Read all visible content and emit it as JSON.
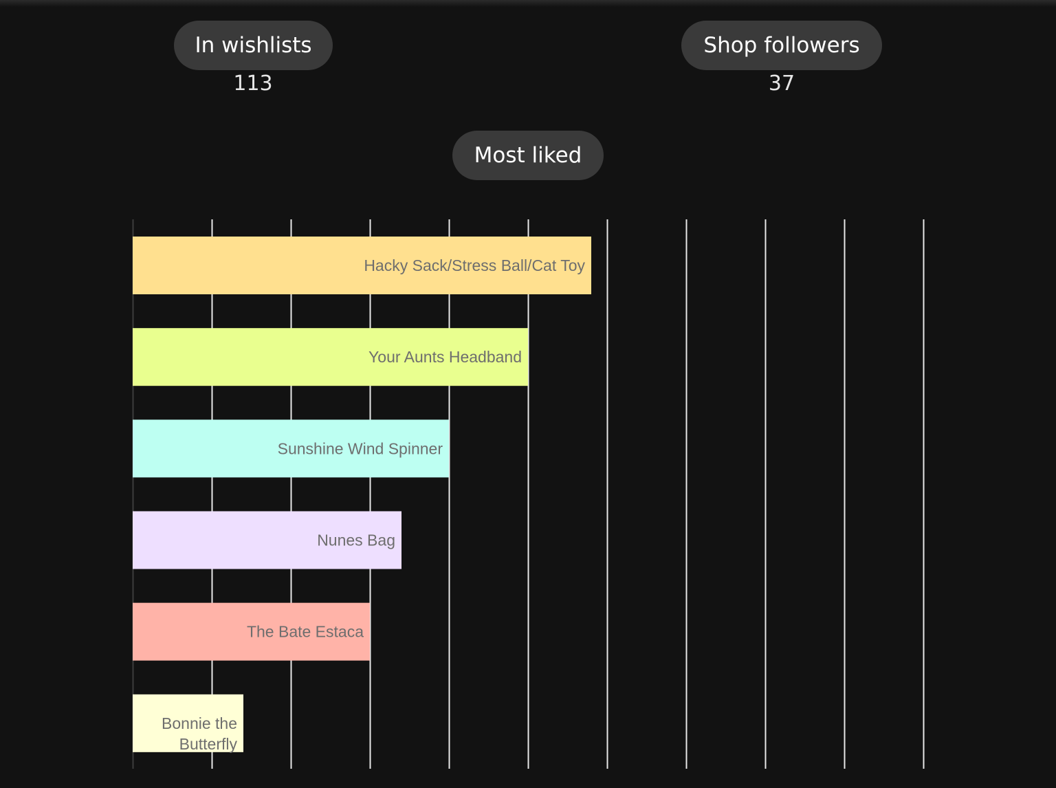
{
  "stats": {
    "wishlists": {
      "label": "In wishlists",
      "value": "113"
    },
    "followers": {
      "label": "Shop followers",
      "value": "37"
    }
  },
  "section_title": "Most liked",
  "chart_data": {
    "type": "bar",
    "orientation": "horizontal",
    "title": "Most liked",
    "xlabel": "",
    "ylabel": "",
    "grid": true,
    "xlim": [
      0,
      10
    ],
    "categories": [
      "Hacky Sack/Stress Ball/Cat Toy",
      "Your Aunts Headband",
      "Sunshine Wind Spinner",
      "Nunes Bag",
      "The Bate Estaca",
      "Bonnie the Butterfly"
    ],
    "values": [
      5.8,
      5,
      4,
      3.4,
      3,
      1.4
    ],
    "colors": [
      "#ffe08f",
      "#e9ff8f",
      "#bdfff2",
      "#eedfff",
      "#ffb3a8",
      "#ffffd6"
    ]
  }
}
